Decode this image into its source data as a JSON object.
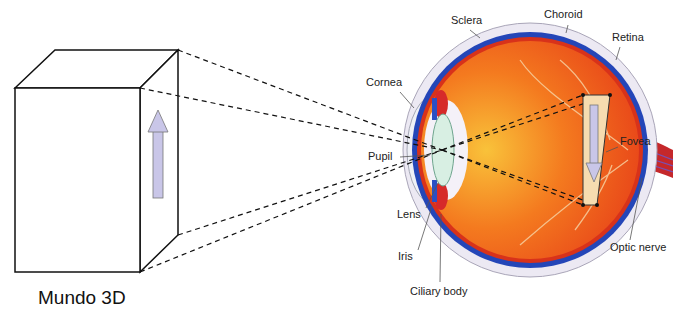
{
  "diagram": {
    "labels": [
      "Sclera",
      "Choroid",
      "Retina",
      "Cornea",
      "Pupil",
      "Fovea",
      "Lens",
      "Iris",
      "Optic nerve",
      "Ciliary body",
      "Mundo 3D"
    ]
  }
}
